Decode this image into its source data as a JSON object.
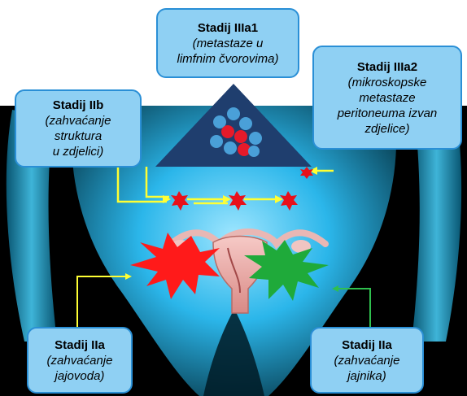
{
  "callouts": {
    "stage_3a1": {
      "title": "Stadij IIIa1",
      "desc": "(metastaze u\nlimfnim čvorovima)"
    },
    "stage_3a2": {
      "title": "Stadij IIIa2",
      "desc": "(mikroskopske\nmetastaze\nperitoneuma izvan\nzdjelice)"
    },
    "stage_2b": {
      "title": "Stadij IIb",
      "desc": "(zahvaćanje\nstruktura\nu zdjelici)"
    },
    "stage_2a_left": {
      "title": "Stadij IIa",
      "desc": "(zahvaćanje\njajovoda)"
    },
    "stage_2a_right": {
      "title": "Stadij IIa",
      "desc": "(zahvaćanje\njajnika)"
    }
  },
  "colors": {
    "callout_fill": "#8fd0f3",
    "callout_border": "#2a8fd6",
    "arrow": "#ffff33",
    "lymph_triangle": "#1f3e6e",
    "tumor_left": "#ff1a1a",
    "tumor_right": "#1faa3a",
    "metastasis": "#e8101a"
  }
}
